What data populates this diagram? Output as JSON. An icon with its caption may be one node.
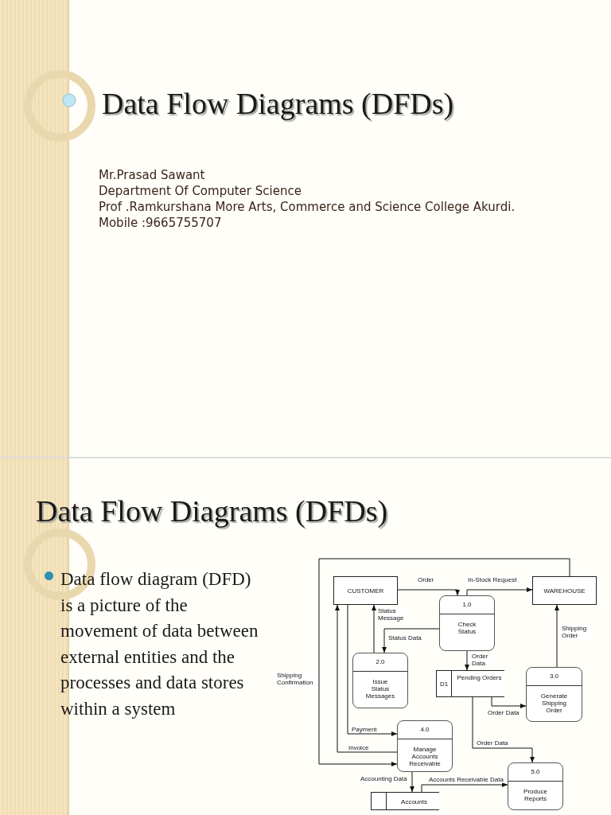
{
  "diagram": {
    "title": "Data Flow Diagrams (DFDs)",
    "nodes": [
      {
        "text": [
          "CUSTOMER"
        ]
      },
      {
        "text": [
          "1.0",
          "Check Status"
        ]
      },
      {
        "text": [
          "WAREHOUSE"
        ]
      },
      {
        "text": [
          "2.0",
          "Issue Status Messages"
        ]
      },
      {
        "text": [
          "D1",
          "Pending Orders"
        ]
      },
      {
        "text": [
          "3.0",
          "Generate Shipping Order"
        ]
      },
      {
        "text": [
          "4.0",
          "Manage Accounts Receivable"
        ]
      },
      {
        "text": [
          "5.0",
          "Produce Reports"
        ]
      },
      {
        "text": [
          "Accounts"
        ]
      }
    ],
    "edges": [
      {
        "from": 0,
        "to": 1,
        "arrow": "to",
        "label": "Order"
      },
      {
        "from": 1,
        "to": 2,
        "arrow": "to",
        "label": "In-Stock Request"
      },
      {
        "from": 1,
        "to": 3,
        "arrow": "to",
        "label": "Status Data"
      },
      {
        "from": 3,
        "to": 0,
        "arrow": "to",
        "label": "Status Message"
      },
      {
        "from": 1,
        "to": 4,
        "arrow": "to",
        "label": "Order Data"
      },
      {
        "from": 4,
        "to": 5,
        "arrow": "to",
        "label": "Order Data"
      },
      {
        "from": 5,
        "to": 2,
        "arrow": "to",
        "label": "Shipping Order"
      },
      {
        "from": 4,
        "to": 7,
        "arrow": "to",
        "label": "Order Data"
      },
      {
        "from": 0,
        "to": 6,
        "arrow": "to",
        "label": "Payment"
      },
      {
        "from": 6,
        "to": 0,
        "arrow": "to",
        "label": "Invoice"
      },
      {
        "from": 2,
        "to": 6,
        "arrow": "to",
        "label": "Shipping Confirmation"
      },
      {
        "from": 6,
        "to": 8,
        "arrow": "to",
        "label": "Accounting Data"
      },
      {
        "from": 8,
        "to": 7,
        "arrow": "to",
        "label": "Accounts Receivable Data"
      }
    ],
    "labels": [
      "Mr.Prasad Sawant",
      "Department Of Computer Science",
      "Prof .Ramkurshana More Arts, Commerce and Science College Akurdi.",
      "Mobile :9665755707",
      "Data Flow Diagrams (DFDs)",
      "Data flow diagram (DFD) is a picture of the movement of data between external entities and the processes and data stores within a system"
    ]
  }
}
